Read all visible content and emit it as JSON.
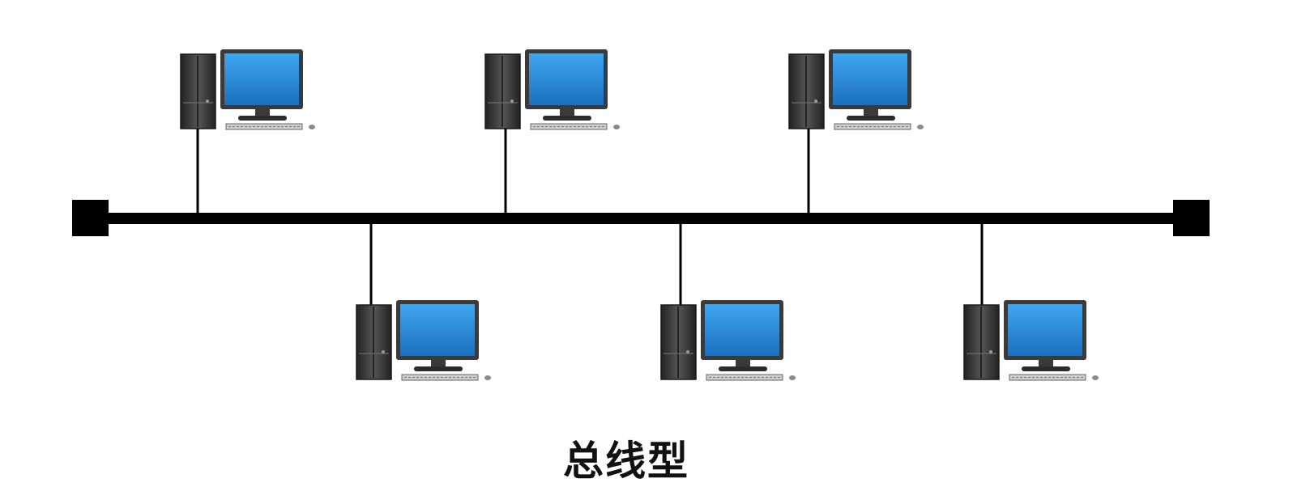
{
  "diagram": {
    "caption": "总线型",
    "bus_color": "#000000",
    "terminator_color": "#000000",
    "screen_color": "#2a8ee0",
    "tower_color": "#333333",
    "computers": [
      {
        "id": "pc-top-1",
        "side": "top"
      },
      {
        "id": "pc-top-2",
        "side": "top"
      },
      {
        "id": "pc-top-3",
        "side": "top"
      },
      {
        "id": "pc-bottom-1",
        "side": "bottom"
      },
      {
        "id": "pc-bottom-2",
        "side": "bottom"
      },
      {
        "id": "pc-bottom-3",
        "side": "bottom"
      }
    ]
  }
}
